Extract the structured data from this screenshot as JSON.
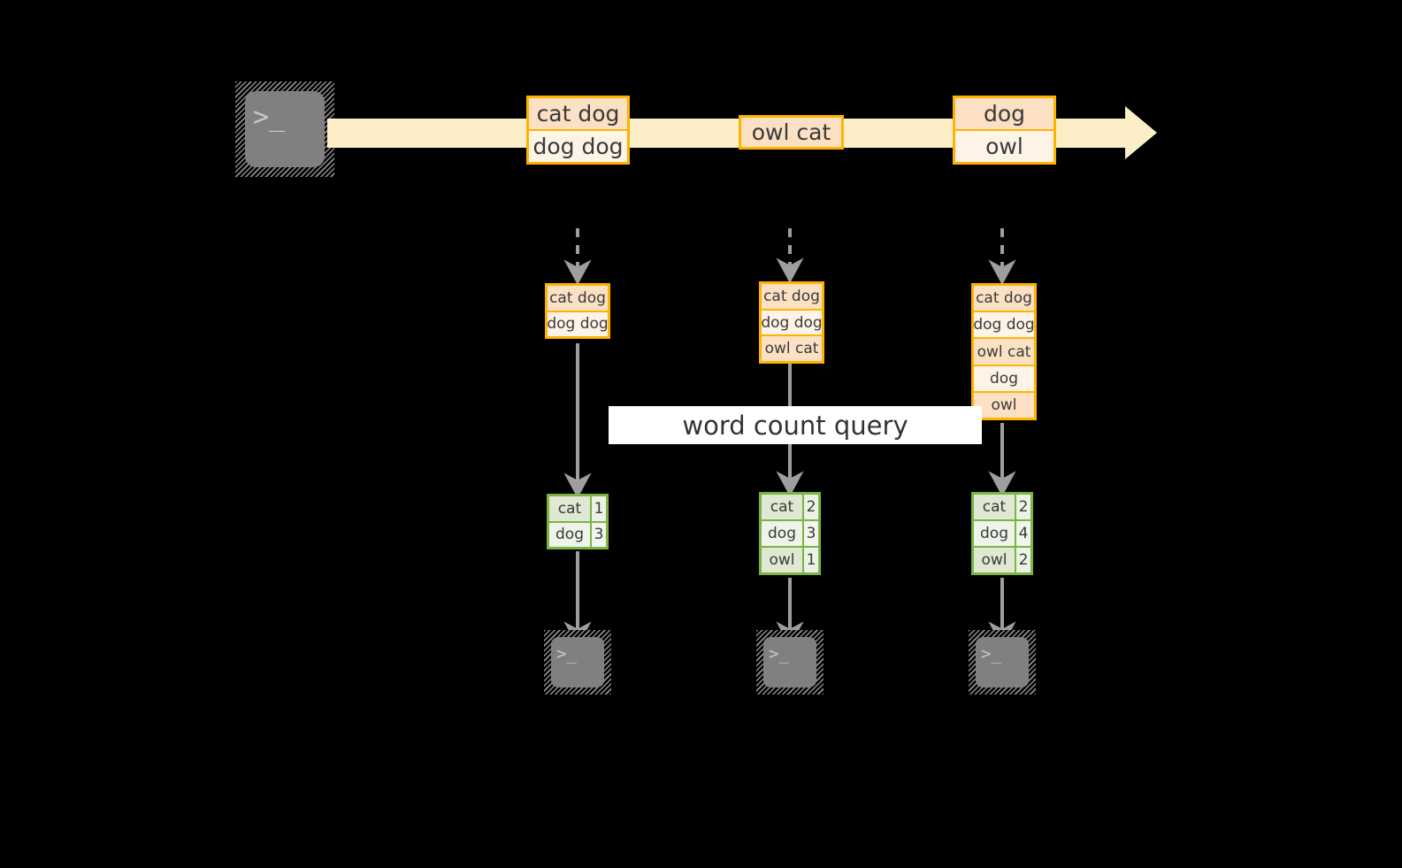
{
  "diagram": {
    "title_banner": "word count query",
    "colors": {
      "background": "#000000",
      "stream_fill": "#FCEFC7",
      "record_border": "#FFB300",
      "record_fill_light": "#FDF3E7",
      "record_fill_shade": "#FBE0C4",
      "result_border": "#7CB342",
      "result_fill": "#EDF2E7",
      "result_key_fill": "#DEE8D2",
      "arrow_gray": "#9E9E9E",
      "terminal_gray": "#808080",
      "banner_fill": "#FFFFFF"
    },
    "source": {
      "icon": "terminal-icon",
      "glyph": ">_"
    },
    "stream": {
      "name": "event-stream-arrow",
      "records": [
        {
          "id": "stream-record-1",
          "rows": [
            {
              "text": "cat dog",
              "shaded": true
            },
            {
              "text": "dog dog",
              "shaded": false
            }
          ]
        },
        {
          "id": "stream-record-2",
          "rows": [
            {
              "text": "owl cat",
              "shaded": true
            }
          ]
        },
        {
          "id": "stream-record-3",
          "rows": [
            {
              "text": "dog",
              "shaded": true
            },
            {
              "text": "owl",
              "shaded": false
            }
          ]
        }
      ]
    },
    "columns": [
      {
        "id": "snapshot-1",
        "state_rows": [
          {
            "text": "cat dog",
            "shaded": true
          },
          {
            "text": "dog dog",
            "shaded": false
          }
        ],
        "result_rows": [
          {
            "key": "cat",
            "value": "1"
          },
          {
            "key": "dog",
            "value": "3"
          }
        ],
        "sink_glyph": ">_"
      },
      {
        "id": "snapshot-2",
        "state_rows": [
          {
            "text": "cat dog",
            "shaded": true
          },
          {
            "text": "dog dog",
            "shaded": false
          },
          {
            "text": "owl cat",
            "shaded": true
          }
        ],
        "result_rows": [
          {
            "key": "cat",
            "value": "2"
          },
          {
            "key": "dog",
            "value": "3"
          },
          {
            "key": "owl",
            "value": "1"
          }
        ],
        "sink_glyph": ">_"
      },
      {
        "id": "snapshot-3",
        "state_rows": [
          {
            "text": "cat dog",
            "shaded": true
          },
          {
            "text": "dog dog",
            "shaded": false
          },
          {
            "text": "owl cat",
            "shaded": true
          },
          {
            "text": "dog",
            "shaded": false
          },
          {
            "text": "owl",
            "shaded": true
          }
        ],
        "result_rows": [
          {
            "key": "cat",
            "value": "2"
          },
          {
            "key": "dog",
            "value": "4"
          },
          {
            "key": "owl",
            "value": "2"
          }
        ],
        "sink_glyph": ">_"
      }
    ]
  }
}
